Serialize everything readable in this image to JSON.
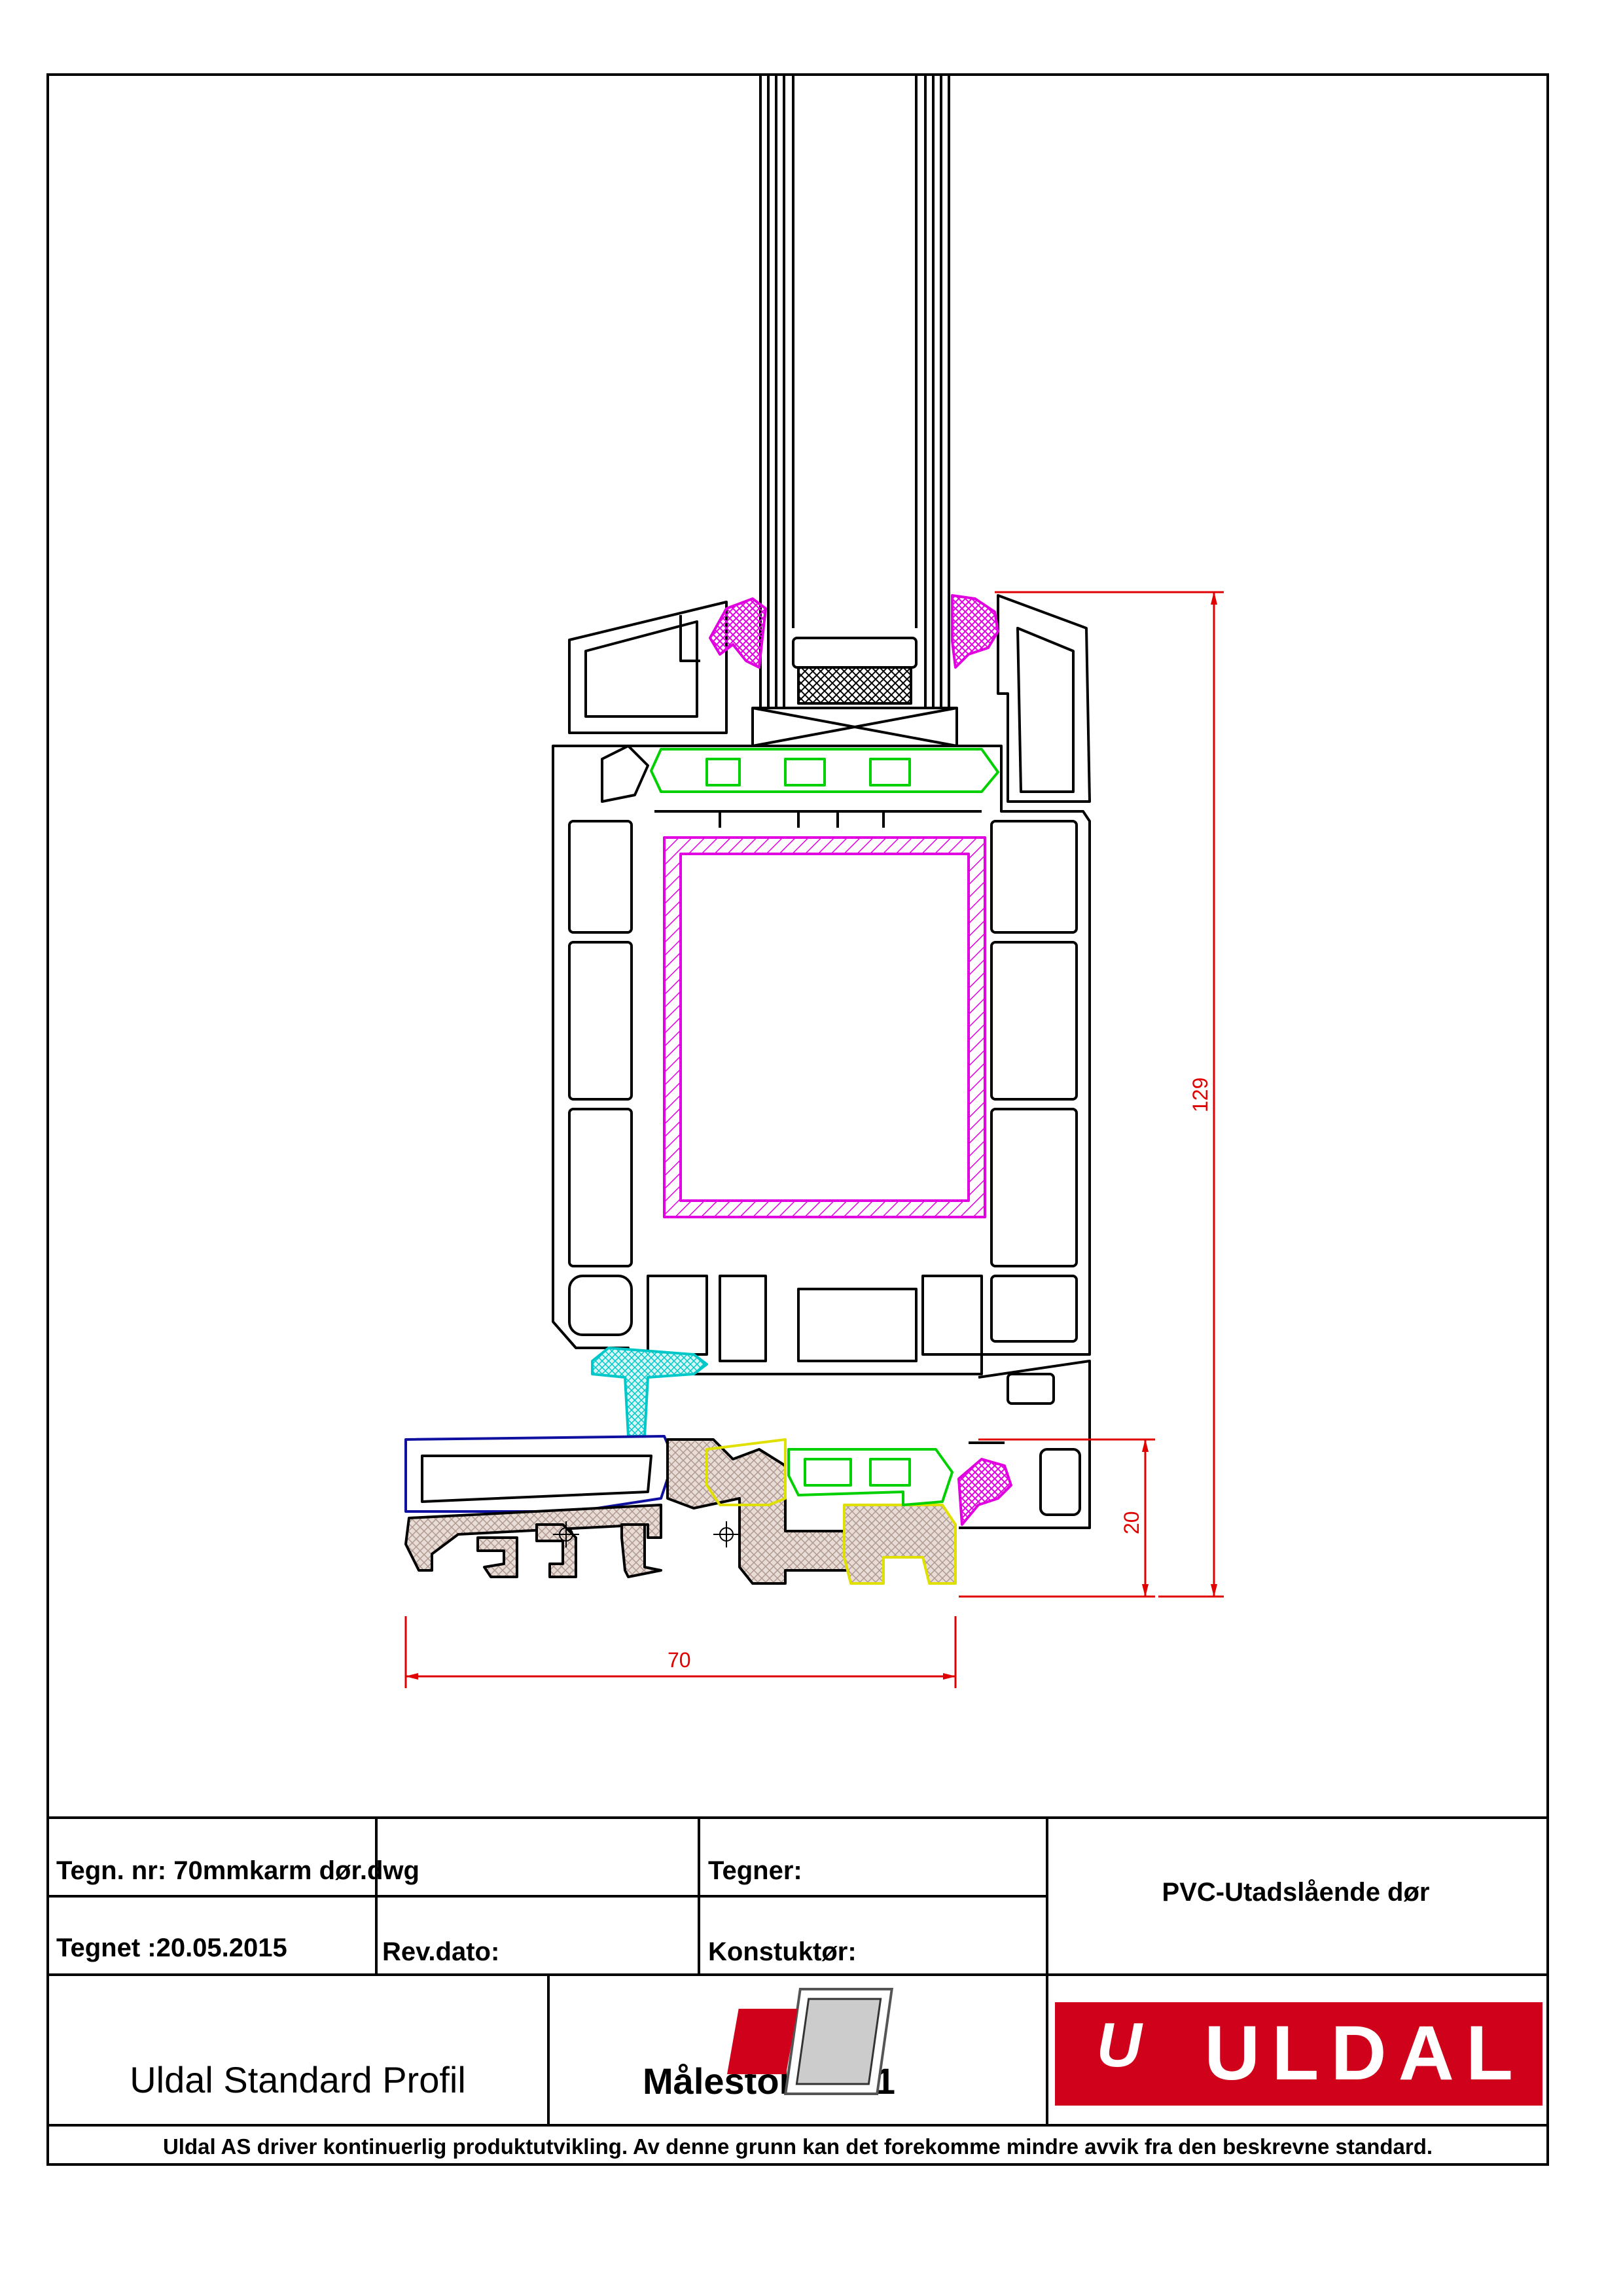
{
  "title_block": {
    "drawing_no": "Tegn. nr: 70mmkarm dør.dwg",
    "drawn_date": "Tegnet :20.05.2015",
    "rev_date": "Rev.dato:",
    "drafter": "Tegner:",
    "constructor": "Konstuktør:",
    "title": "PVC-Utadslående dør",
    "profile": "Uldal Standard Profil",
    "scale": "Målestokk: 1:1",
    "logo_text": "ULDAL",
    "logo_mark": "U",
    "disclaimer": "Uldal AS driver kontinuerlig produktutvikling. Av denne grunn kan det forekomme mindre avvik fra den beskrevne standard."
  },
  "dimensions": {
    "total_height": "129",
    "sill_height": "20",
    "width": "70"
  },
  "colors": {
    "outline": "#000000",
    "dimension": "#e00000",
    "gasket": "#e000e0",
    "steel_reinforcement": "#e000e0",
    "glazing_bead_insert": "#00d000",
    "threshold_seal": "#00d8d8",
    "threshold_part": "#e0e000",
    "threshold_body": "#c8b8b0",
    "logo_red": "#d0021b"
  }
}
